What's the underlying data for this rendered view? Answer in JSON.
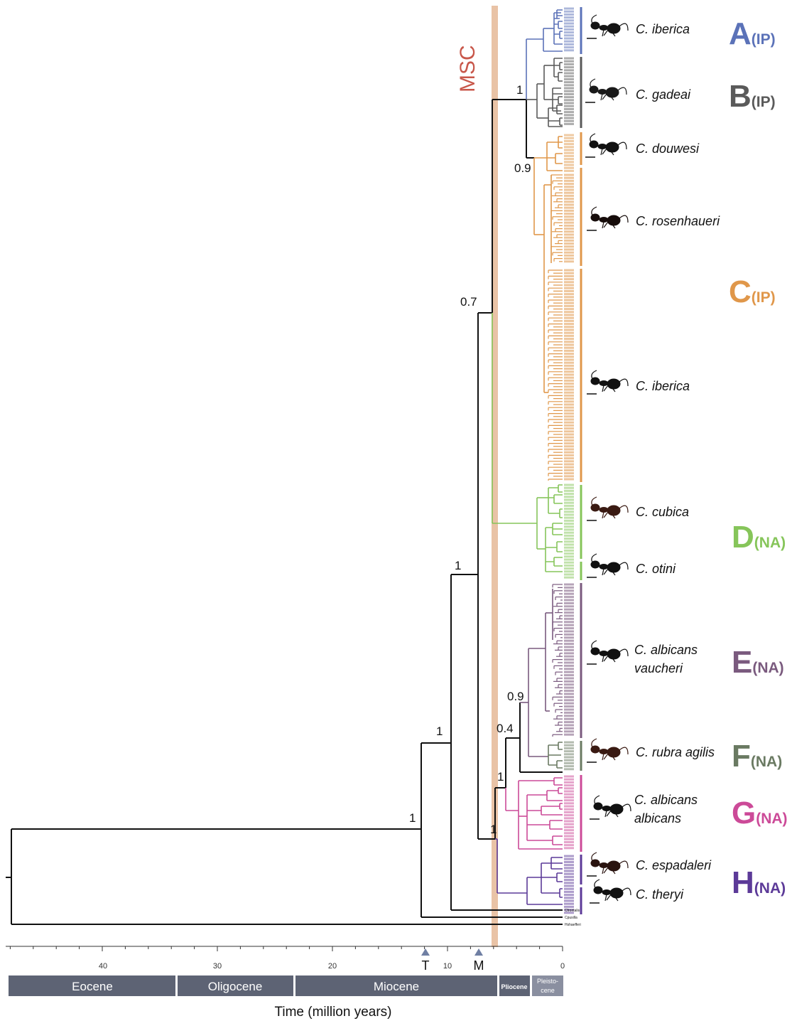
{
  "msc_label": "MSC",
  "x_axis": {
    "label": "Time (million years)",
    "ticks": [
      "40",
      "30",
      "20",
      "10",
      "0"
    ],
    "markers": [
      "T",
      "M"
    ]
  },
  "epochs": [
    "Eocene",
    "Oligocene",
    "Miocene",
    "Pliocene",
    "Pleisto-",
    "cene"
  ],
  "support_values": [
    "1",
    "0.9",
    "0.7",
    "1",
    "1",
    "1",
    "0.9",
    "0.4",
    "1",
    "1"
  ],
  "species_labels": [
    {
      "line1": "C. iberica",
      "line2": ""
    },
    {
      "line1": "C. gadeai",
      "line2": ""
    },
    {
      "line1": "C. douwesi",
      "line2": ""
    },
    {
      "line1": "C. rosenhaueri",
      "line2": ""
    },
    {
      "line1": "C. iberica",
      "line2": ""
    },
    {
      "line1": "C. cubica",
      "line2": ""
    },
    {
      "line1": "C. otini",
      "line2": ""
    },
    {
      "line1": "C. albicans",
      "line2": "vaucheri"
    },
    {
      "line1": "C. rubra agilis",
      "line2": ""
    },
    {
      "line1": "C. albicans",
      "line2": "albicans"
    },
    {
      "line1": "C. espadaleri",
      "line2": ""
    },
    {
      "line1": "C. theryi",
      "line2": ""
    }
  ],
  "clades": [
    {
      "letter": "A",
      "region": "(IP)",
      "color": "#5b72b8"
    },
    {
      "letter": "B",
      "region": "(IP)",
      "color": "#5a5a5a"
    },
    {
      "letter": "C",
      "region": "(IP)",
      "color": "#e0974a"
    },
    {
      "letter": "D",
      "region": "(NA)",
      "color": "#86c55a"
    },
    {
      "letter": "E",
      "region": "(NA)",
      "color": "#7a5a7e"
    },
    {
      "letter": "F",
      "region": "(NA)",
      "color": "#6a7a62"
    },
    {
      "letter": "G",
      "region": "(NA)",
      "color": "#cc4a98"
    },
    {
      "letter": "H",
      "region": "(NA)",
      "color": "#5c3a98"
    }
  ],
  "outgroup_tips": [
    "Cfrontalis",
    "Cpusilla",
    "Hshaefferi"
  ],
  "colors": {
    "msc_bar": "#e9c3a6",
    "epoch_bar": "#5d6374",
    "epoch_bar_light": "#8a8fa0",
    "marker": "#6f7fa3",
    "backbone": "#111111"
  }
}
